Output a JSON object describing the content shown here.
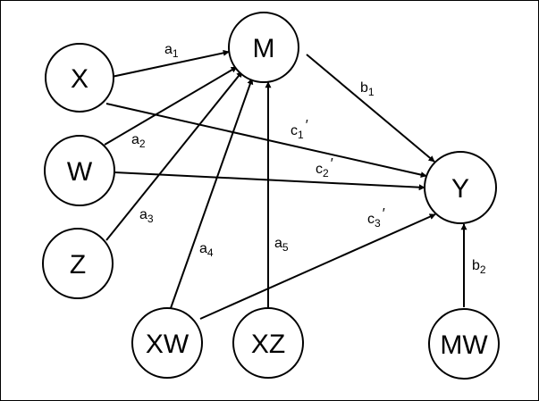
{
  "diagram": {
    "nodes": {
      "X": "X",
      "W": "W",
      "Z": "Z",
      "M": "M",
      "Y": "Y",
      "XW": "XW",
      "XZ": "XZ",
      "MW": "MW"
    },
    "paths": {
      "a1": {
        "letter": "a",
        "sub": "1",
        "prime": ""
      },
      "a2": {
        "letter": "a",
        "sub": "2",
        "prime": ""
      },
      "a3": {
        "letter": "a",
        "sub": "3",
        "prime": ""
      },
      "a4": {
        "letter": "a",
        "sub": "4",
        "prime": ""
      },
      "a5": {
        "letter": "a",
        "sub": "5",
        "prime": ""
      },
      "b1": {
        "letter": "b",
        "sub": "1",
        "prime": ""
      },
      "b2": {
        "letter": "b",
        "sub": "2",
        "prime": ""
      },
      "c1": {
        "letter": "c",
        "sub": "1",
        "prime": "′"
      },
      "c2": {
        "letter": "c",
        "sub": "2",
        "prime": "′"
      },
      "c3": {
        "letter": "c",
        "sub": "3",
        "prime": "′"
      }
    }
  }
}
